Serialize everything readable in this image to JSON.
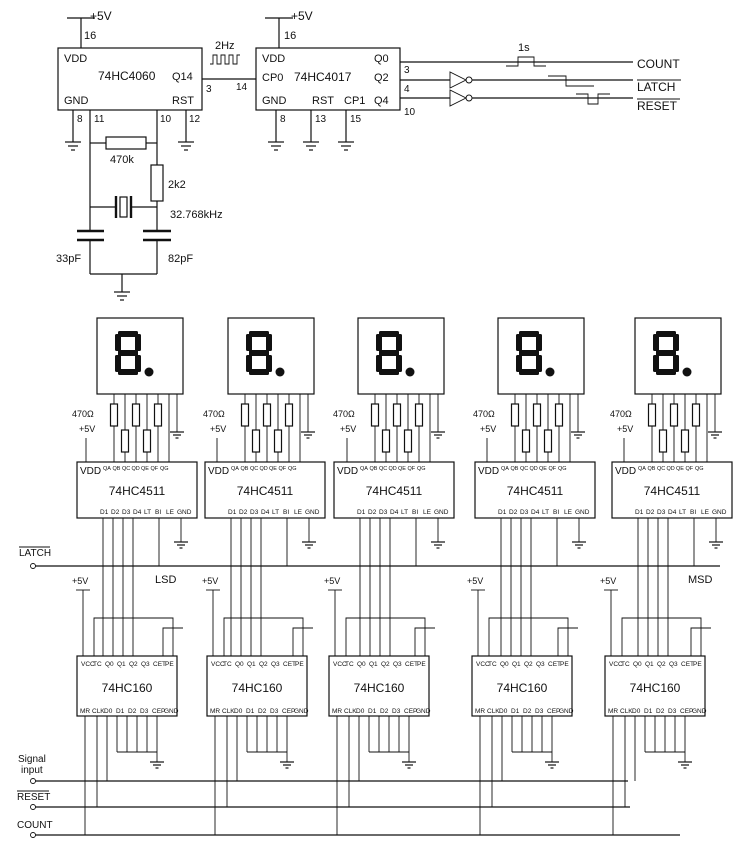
{
  "supply": "+5V",
  "top": {
    "ic1": {
      "name": "74HC4060",
      "vdd": "VDD",
      "gnd": "GND",
      "q14": "Q14",
      "rst": "RST",
      "pin_vdd": "16",
      "pin_gnd": "8",
      "pin_11": "11",
      "pin_10": "10",
      "pin_rst": "12",
      "pin_q14": "3"
    },
    "ic2": {
      "name": "74HC4017",
      "vdd": "VDD",
      "gnd": "GND",
      "cp0": "CP0",
      "rst": "RST",
      "cp1": "CP1",
      "q0": "Q0",
      "q2": "Q2",
      "q4": "Q4",
      "pin_vdd": "16",
      "pin_cp0": "14",
      "pin_gnd": "8",
      "pin_rst": "13",
      "pin_cp1": "15",
      "pin_q2": "3",
      "pin_q4": "4",
      "pin_out": "10"
    },
    "clock_label": "2Hz",
    "pulse_label": "1s",
    "outputs": [
      "COUNT",
      "LATCH",
      "RESET"
    ],
    "r1": "470k",
    "r2": "2k2",
    "crystal": "32.768kHz",
    "c1": "33pF",
    "c2": "82pF"
  },
  "digits": {
    "resistor": "470Ω",
    "decoder": {
      "name": "74HC4511",
      "vdd": "VDD",
      "top_pins": [
        "QA",
        "QB",
        "QC",
        "QD",
        "QE",
        "QF",
        "QG"
      ],
      "bottom_pins": [
        "D1",
        "D2",
        "D3",
        "D4",
        "LT",
        "BI",
        "LE",
        "GND"
      ]
    },
    "counter": {
      "name": "74HC160",
      "top_pins": [
        "VCC",
        "TC",
        "Q0",
        "Q1",
        "Q2",
        "Q3",
        "CET",
        "PE"
      ],
      "bottom_pins": [
        "MR",
        "CLK",
        "D0",
        "D1",
        "D2",
        "D3",
        "CEP",
        "GND"
      ]
    },
    "lsd": "LSD",
    "msd": "MSD"
  },
  "left_labels": {
    "latch": "LATCH",
    "signal_line1": "Signal",
    "signal_line2": "input",
    "reset": "RESET",
    "count": "COUNT"
  }
}
